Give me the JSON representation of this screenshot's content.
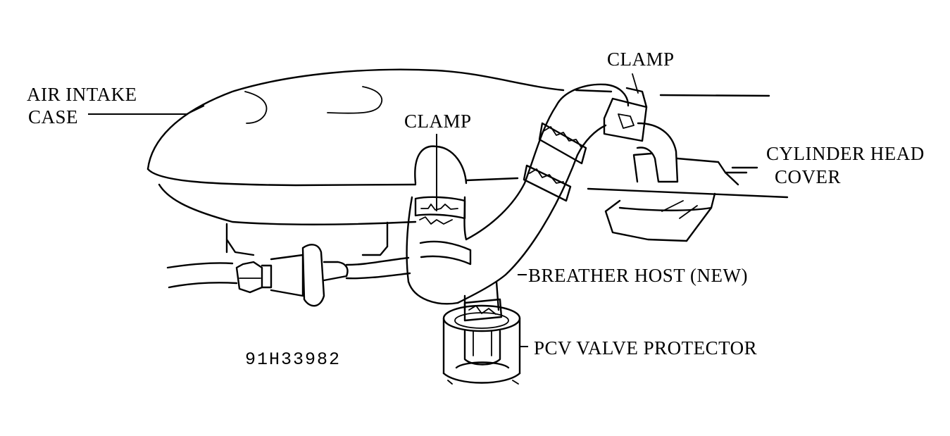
{
  "labels": {
    "air_intake_case": [
      "AIR INTAKE",
      "CASE"
    ],
    "clamp_top": "CLAMP",
    "clamp_middle": "CLAMP",
    "cylinder_head_cover": [
      "CYLINDER HEAD",
      "COVER"
    ],
    "breather_hose": "BREATHER HOST (NEW)",
    "pcv_valve_protector": "PCV VALVE PROTECTOR"
  },
  "figure_code": "91H33982",
  "colors": {
    "ink": "#000000",
    "paper": "#ffffff"
  }
}
